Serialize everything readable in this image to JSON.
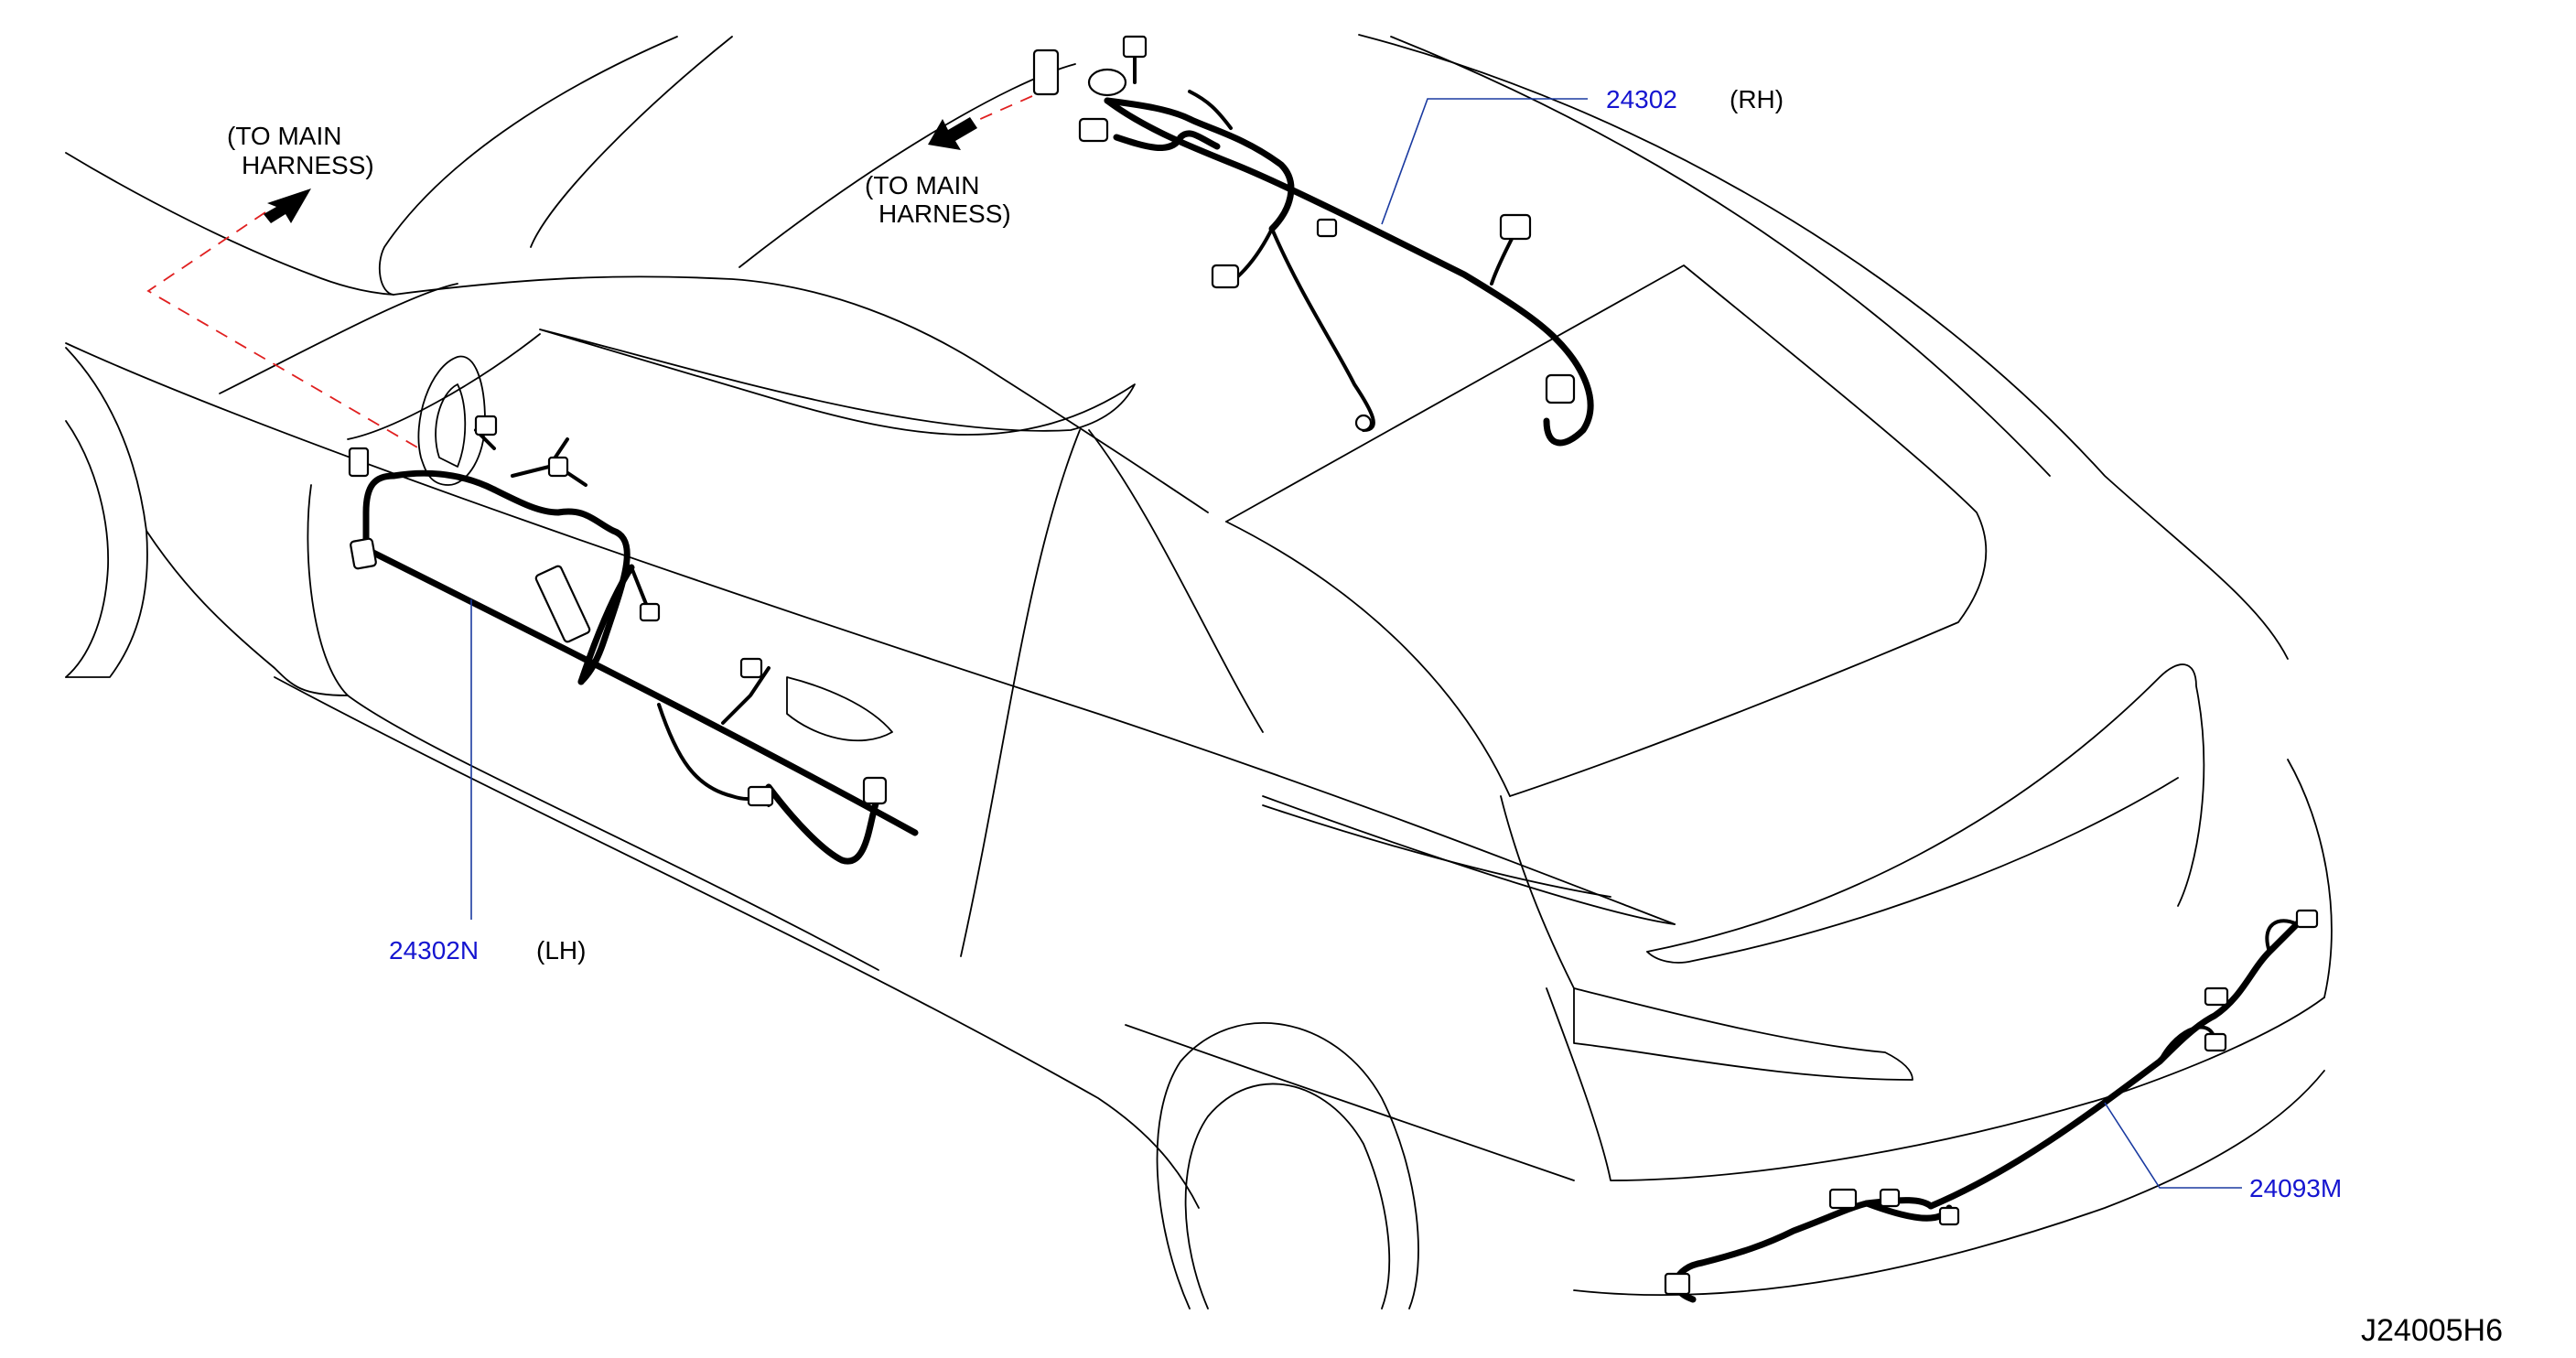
{
  "diagram": {
    "parts": [
      {
        "number": "24302",
        "side": "(RH)"
      },
      {
        "number": "24302N",
        "side": "(LH)"
      },
      {
        "number": "24093M"
      }
    ],
    "notes": {
      "to_main_left_line1": "(TO   MAIN",
      "to_main_left_line2": "HARNESS)",
      "to_main_right_line1": "(TO   MAIN",
      "to_main_right_line2": "HARNESS)"
    },
    "reference_code": "J24005H6"
  },
  "colors": {
    "part_number": "#1515d0",
    "leader_line": "#1a3aa0",
    "dashed_link": "#e02020",
    "line_art": "#000000"
  }
}
